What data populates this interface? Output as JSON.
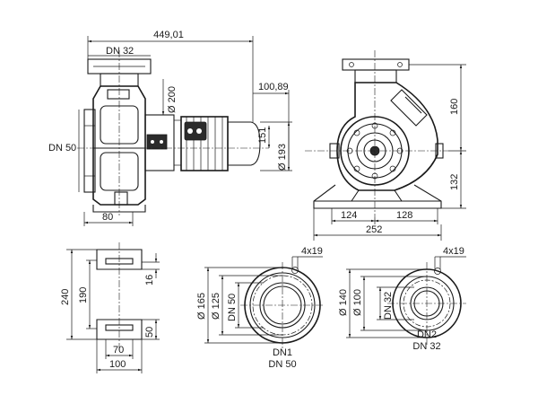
{
  "labels": {
    "l449": "449,01",
    "dn32_top": "DN 32",
    "l100_89": "100,89",
    "d200": "Ø 200",
    "l151": "151",
    "d193": "Ø 193",
    "dn50_side": "DN 50",
    "l80": "80",
    "l160": "160",
    "l132": "132",
    "l124": "124",
    "l128": "128",
    "l252": "252",
    "l240": "240",
    "l190": "190",
    "l16": "16",
    "l50": "50",
    "l70": "70",
    "l100": "100",
    "d165": "Ø 165",
    "d125": "Ø 125",
    "dn50_v": "DN 50",
    "holes1": "4x19",
    "dn1": "DN1",
    "dn1_sub": "DN 50",
    "d140": "Ø 140",
    "d100": "Ø 100",
    "dn32_v": "DN 32",
    "holes2": "4x19",
    "dn2": "DN2",
    "dn2_sub": "DN 32"
  }
}
